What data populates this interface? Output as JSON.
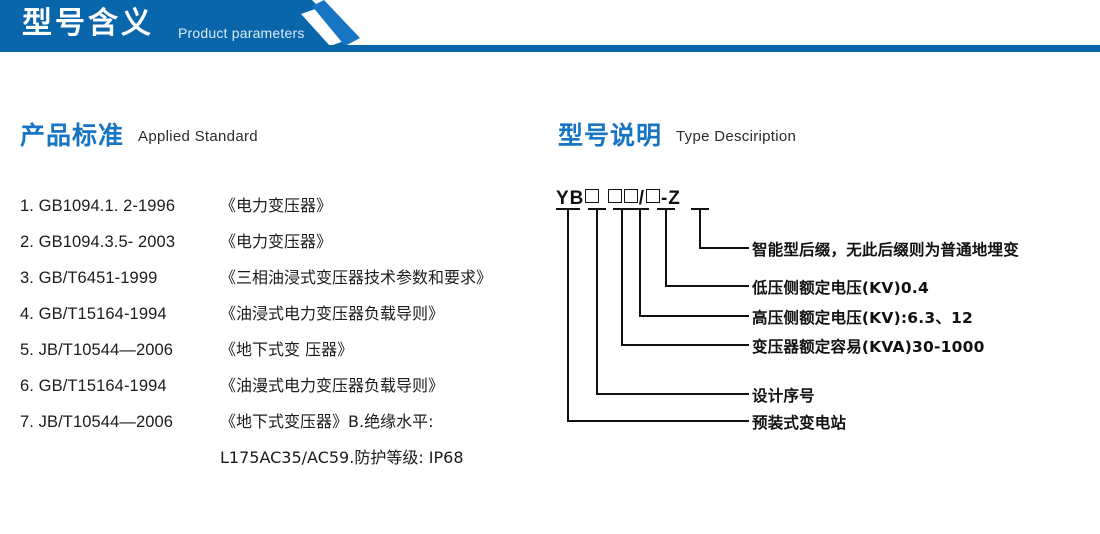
{
  "banner": {
    "title_cn": "型号含义",
    "title_en": "Product parameters",
    "color_primary": "#0a66ab",
    "color_secondary": "#1775c4"
  },
  "sections": {
    "left": {
      "heading_cn": "产品标准",
      "heading_en": "Applied Standard"
    },
    "right": {
      "heading_cn": "型号说明",
      "heading_en": "Type Desciription"
    }
  },
  "standards": [
    {
      "index": "1.",
      "code": "GB1094.1. 2-1996",
      "name": "《电力变压器》"
    },
    {
      "index": "2.",
      "code": "GB1094.3.5- 2003",
      "name": "《电力变压器》"
    },
    {
      "index": "3.",
      "code": "GB/T6451-1999",
      "name": "《三相油浸式变压器技术参数和要求》"
    },
    {
      "index": "4.",
      "code": "GB/T15164-1994",
      "name": "《油浸式电力变压器负载导则》"
    },
    {
      "index": "5.",
      "code": "JB/T10544—2006",
      "name": "《地下式变 压器》"
    },
    {
      "index": "6.",
      "code": "GB/T15164-1994",
      "name": "《油漫式电力变压器负载导则》"
    },
    {
      "index": "7.",
      "code": "JB/T10544—2006",
      "name": "《地下式变压器》B.绝缘水平:"
    }
  ],
  "standards_continuation": "L175AC35/AC59.防护等级: IP68",
  "type_code": {
    "prefix": "YB",
    "box1": "□",
    "box2": "□",
    "box3": "□",
    "slash": "/",
    "box4": "□",
    "dash": "-",
    "suffix": "Z",
    "full": "YB □  □□/□ - Z"
  },
  "annotations": [
    {
      "id": "smart-suffix",
      "label": "智能型后缀，无此后缀则为普通地埋变"
    },
    {
      "id": "lv-voltage",
      "label": "低压侧额定电压(KV)0.4"
    },
    {
      "id": "hv-voltage",
      "label": "高压侧额定电压(KV):6.3、12"
    },
    {
      "id": "rated-capacity",
      "label": "变压器额定容易(KVA)30-1000"
    },
    {
      "id": "design-serial",
      "label": "设计序号"
    },
    {
      "id": "prefab-substation",
      "label": "预装式变电站"
    }
  ]
}
